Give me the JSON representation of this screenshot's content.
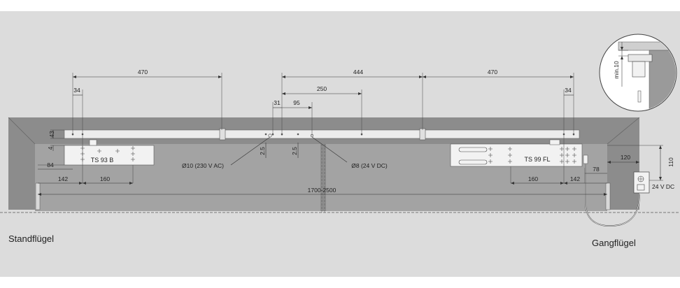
{
  "labels": {
    "left_leaf": "Standflügel",
    "right_leaf": "Gangflügel",
    "left_closer": "TS 93 B",
    "right_closer": "TS 99 FL",
    "voltage_box": "24 V DC",
    "hole_230": "Ø10 (230 V AC)",
    "hole_24": "Ø8 (24 V DC)",
    "detail_min": "min.10"
  },
  "dimensions": {
    "d470_left": "470",
    "d444": "444",
    "d470_right": "470",
    "d34_left": "34",
    "d34_right": "34",
    "d250": "250",
    "d31": "31",
    "d95": "95",
    "d43": "43",
    "d4": "4",
    "d84": "84",
    "d142_left": "142",
    "d160_left": "160",
    "d2_5_a": "2.5",
    "d2_5_b": "2.5",
    "d1700": "1700-2500",
    "d120": "120",
    "d110": "110",
    "d78": "78",
    "d160_right": "160",
    "d142_right": "142"
  },
  "colors": {
    "band": "#dcdcdc",
    "frame": "#8c8c8c",
    "leaf": "#a3a3a3",
    "rail": "#ececec"
  }
}
